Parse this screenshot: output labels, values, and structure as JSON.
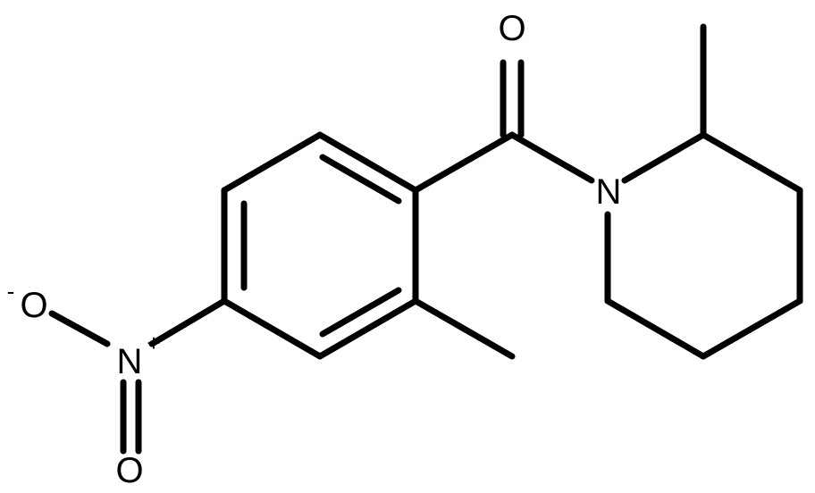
{
  "molecule": {
    "atoms": {
      "carbonyl_oxygen": {
        "symbol": "O"
      },
      "piperidine_nitrogen": {
        "symbol": "N"
      },
      "nitro_nitrogen": {
        "symbol": "N",
        "charge": "+"
      },
      "nitro_oxygen_anion": {
        "symbol": "O",
        "charge": "-"
      },
      "nitro_oxygen_double": {
        "symbol": "O"
      }
    }
  },
  "style": {
    "bond_color": "#000000",
    "background": "#ffffff"
  }
}
